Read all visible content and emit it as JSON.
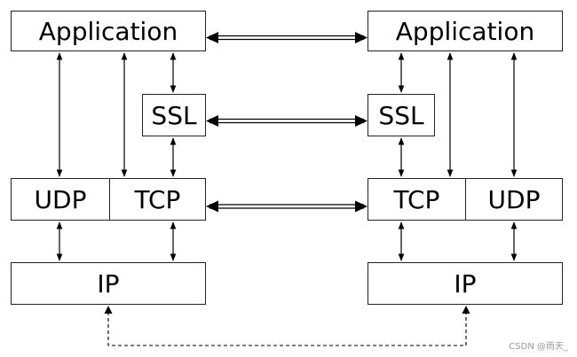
{
  "left": {
    "application": "Application",
    "ssl": "SSL",
    "udp": "UDP",
    "tcp": "TCP",
    "ip": "IP"
  },
  "right": {
    "application": "Application",
    "ssl": "SSL",
    "tcp": "TCP",
    "udp": "UDP",
    "ip": "IP"
  },
  "watermark": "CSDN @雨天_"
}
